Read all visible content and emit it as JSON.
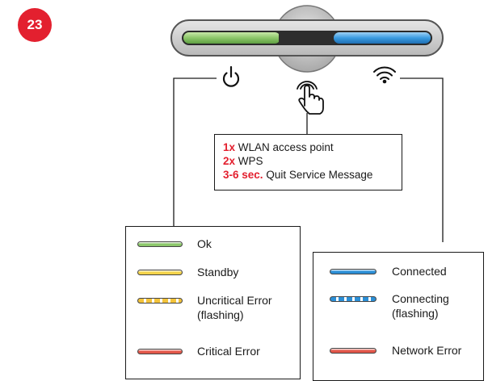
{
  "step_number": "23",
  "button_hints": [
    {
      "key": "1x",
      "text": "WLAN access point"
    },
    {
      "key": "2x",
      "text": "WPS"
    },
    {
      "key": "3-6 sec.",
      "text": "Quit Service Message"
    }
  ],
  "status_legend": [
    {
      "label": "Ok",
      "color": "#8cc76a",
      "flashing": false
    },
    {
      "label": "Standby",
      "color": "#f3d34a",
      "flashing": false
    },
    {
      "label": "Uncritical Error\n(flashing)",
      "color": "#f3c33a",
      "flashing": true
    },
    {
      "label": "Critical Error",
      "color": "#e2574a",
      "flashing": false
    }
  ],
  "network_legend": [
    {
      "label": "Connected",
      "color": "#2c8fd6",
      "flashing": false
    },
    {
      "label": "Connecting\n(flashing)",
      "color": "#2c8fd6",
      "flashing": true
    },
    {
      "label": "Network Error",
      "color": "#e2574a",
      "flashing": false
    }
  ],
  "led_colors": {
    "status": "#8cc76a",
    "network": "#3a9be0",
    "middle": "#2a2a2a"
  },
  "icons": {
    "status": "power-icon",
    "button": "touch-icon",
    "network": "wifi-icon"
  }
}
